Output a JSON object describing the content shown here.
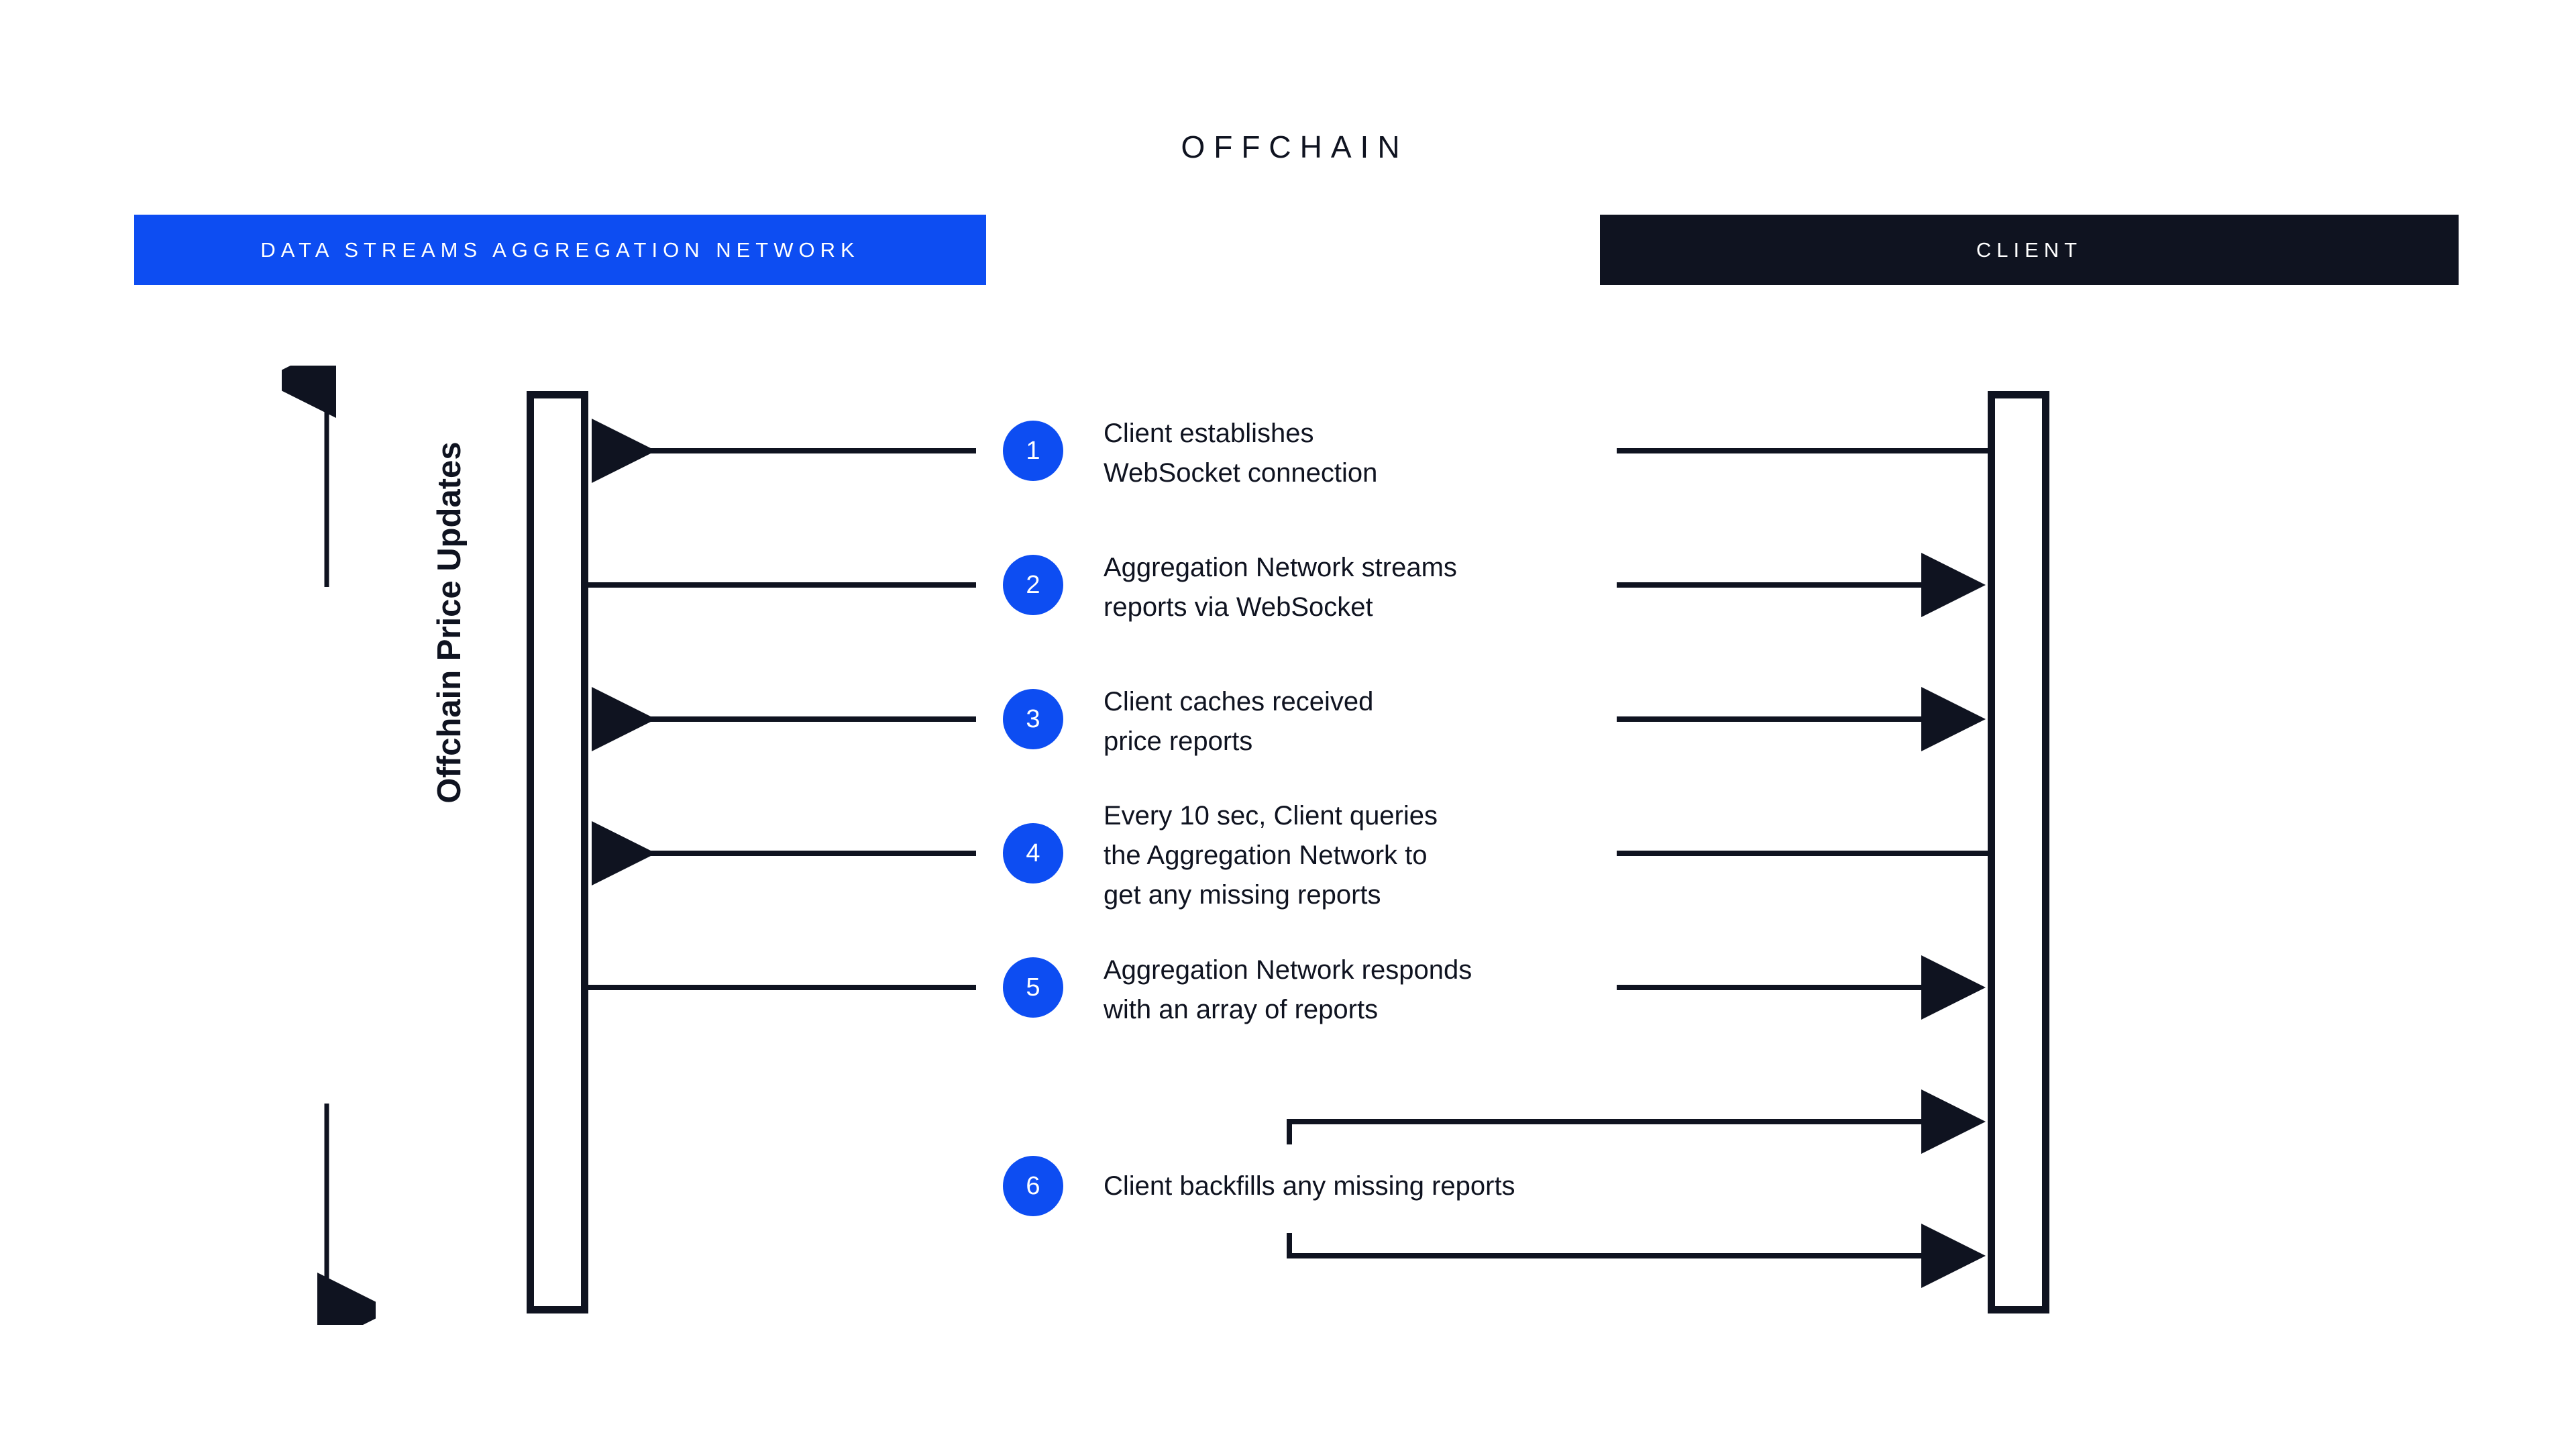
{
  "title": "OFFCHAIN",
  "colors": {
    "accent_blue": "#0D4DF2",
    "dark": "#0F1320",
    "background": "#FFFFFF",
    "line": "#0F1320"
  },
  "actors": [
    {
      "id": "aggregation-network",
      "label": "DATA STREAMS AGGREGATION NETWORK",
      "style": "blue"
    },
    {
      "id": "client",
      "label": "CLIENT",
      "style": "dark"
    }
  ],
  "range_axis": {
    "caption": "Offchain Price Updates",
    "arrow": "double-headed-vertical"
  },
  "steps": [
    {
      "number": "1",
      "text": "Client establishes\nWebSocket connection"
    },
    {
      "number": "2",
      "text": "Aggregation Network streams\nreports via WebSocket"
    },
    {
      "number": "3",
      "text": "Client caches received\nprice reports"
    },
    {
      "number": "4",
      "text": "Every 10 sec, Client queries\nthe Aggregation Network to\nget any missing reports"
    },
    {
      "number": "5",
      "text": "Aggregation Network responds\nwith an array of reports"
    },
    {
      "number": "6",
      "text": "Client backfills any missing reports"
    }
  ]
}
